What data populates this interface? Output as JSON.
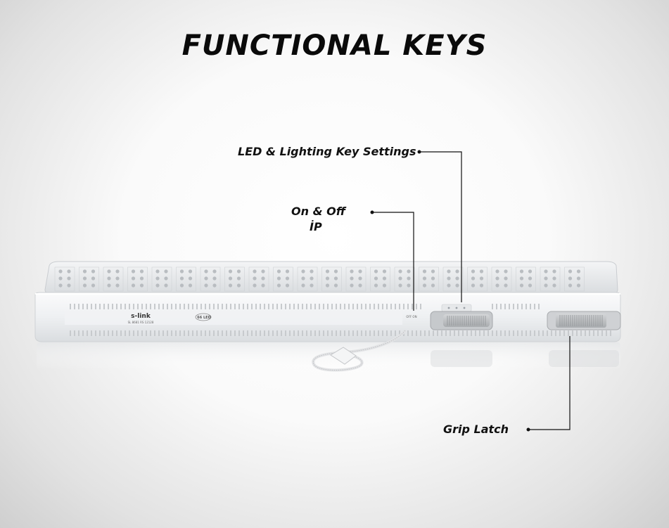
{
  "title": "FUNCTIONAL KEYS",
  "callouts": {
    "led_settings": "LED & Lighting Key Settings",
    "on_off": "On & Off",
    "ip": "İP",
    "grip_latch": "Grip Latch"
  },
  "product": {
    "brand": "s-link",
    "model_text": "SL 8681 RS 12128",
    "led_badge": "66 LED",
    "switch_label": "OFF  ON"
  },
  "colors": {
    "body": "#f3f4f6",
    "lens": "#e9ecee",
    "slider": "#bfc2c5",
    "text": "#111111"
  }
}
